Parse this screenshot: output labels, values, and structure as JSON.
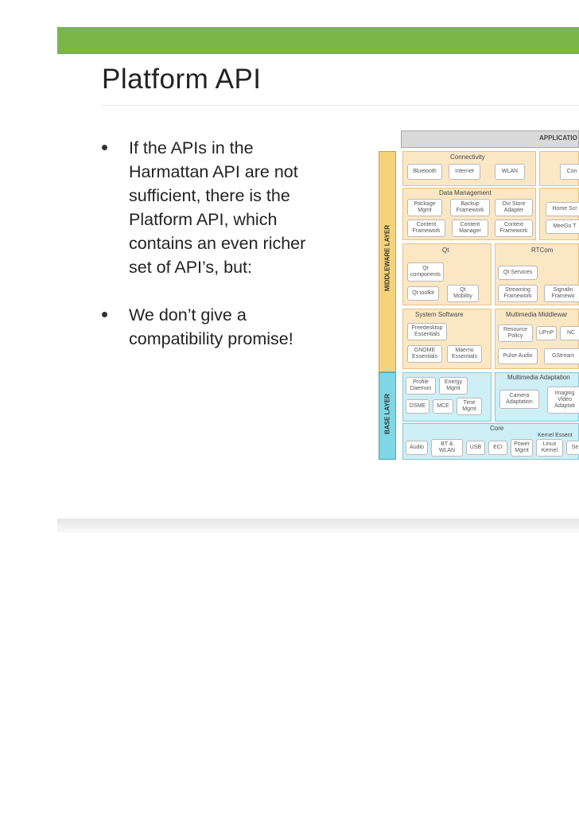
{
  "slide": {
    "title": "Platform API",
    "bullets": [
      {
        "lines": [
          "If the APIs in the",
          "Harmattan API are not",
          "sufficient, there is the",
          "Platform API, which",
          "contains an even richer",
          "set of API’s, but:"
        ]
      },
      {
        "lines": [
          "We don’t give a",
          "compatibility promise!"
        ]
      }
    ]
  },
  "diagram": {
    "applications": "APPLICATIO",
    "middleware_layer": "MIDDLEWARE LAYER",
    "base_layer": "BASE LAYER",
    "connectivity": {
      "title": "Connectivity",
      "items": [
        "Bluetooth",
        "Internet",
        "WLAN",
        "Con"
      ]
    },
    "data_management": {
      "title": "Data Management",
      "items": [
        "Package\nMgmt",
        "Backup\nFramework",
        "Ovi Store\nAdapter",
        "Content\nFramework",
        "Content\nManager",
        "Context\nFramework",
        "Home Scr",
        "MeeGo T"
      ]
    },
    "qt": {
      "title": "Qt",
      "items": [
        "Qt\ncomponents",
        "Qt toolkit",
        "Qt\nMobility"
      ]
    },
    "rtcom": {
      "title": "RTCom",
      "items": [
        "Qt Services",
        "Streaming\nFramework",
        "Signalin\nFramewo"
      ]
    },
    "system_software": {
      "title": "System Software",
      "items": [
        "Freedesktop\nEssentials",
        "GNOME\nEssentials",
        "Maemo\nEssentials"
      ]
    },
    "multimedia_middleware": {
      "title": "Multimedia Middlewar",
      "items": [
        "Resource\nPolicy",
        "UPnP",
        "NC",
        "Pulse Audio",
        "GStream"
      ]
    },
    "base_left": {
      "items": [
        "Profile\nDaemon",
        "Energy\nMgmt",
        "DSME",
        "MCE",
        "Time\nMgmt"
      ]
    },
    "multimedia_adaptation": {
      "title": "Multimedia Adaptation",
      "items": [
        "Camera\nAdaptation",
        "Imaging\nVideo\nAdaptati"
      ]
    },
    "core": {
      "title": "Core",
      "kernel_title": "Kernel Essent",
      "items": [
        "Audio",
        "BT &\nWLAN",
        "USB",
        "ECI",
        "Power\nMgmt",
        "Linux\nKernel",
        "Se"
      ]
    }
  }
}
